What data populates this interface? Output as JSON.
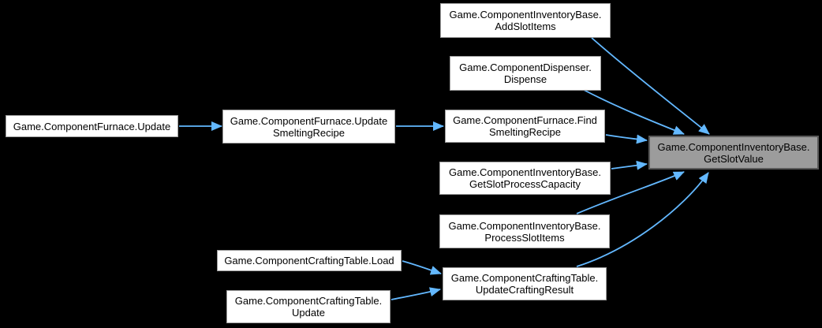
{
  "graph": {
    "type": "caller-graph",
    "colors": {
      "background": "#000000",
      "edge": "#63b8ff",
      "node_fill": "#ffffff",
      "node_border": "#9e9e9e",
      "highlighted_node_fill": "#9c9c9c",
      "highlighted_node_border": "#5a5a5a",
      "text": "#000000"
    },
    "nodes": {
      "furnace_update": {
        "label": "Game.ComponentFurnace.Update"
      },
      "furnace_update_smelting_recipe": {
        "label": "Game.ComponentFurnace.Update\nSmeltingRecipe"
      },
      "inventory_add_slot_items": {
        "label": "Game.ComponentInventoryBase.\nAddSlotItems"
      },
      "dispenser_dispense": {
        "label": "Game.ComponentDispenser.\nDispense"
      },
      "furnace_find_smelting_recipe": {
        "label": "Game.ComponentFurnace.Find\nSmeltingRecipe"
      },
      "inventory_get_slot_process_capacity": {
        "label": "Game.ComponentInventoryBase.\nGetSlotProcessCapacity"
      },
      "inventory_process_slot_items": {
        "label": "Game.ComponentInventoryBase.\nProcessSlotItems"
      },
      "crafting_table_update_crafting_result": {
        "label": "Game.ComponentCraftingTable.\nUpdateCraftingResult"
      },
      "crafting_table_load": {
        "label": "Game.ComponentCraftingTable.Load"
      },
      "crafting_table_update": {
        "label": "Game.ComponentCraftingTable.\nUpdate"
      },
      "inventory_get_slot_value": {
        "label": "Game.ComponentInventoryBase.\nGetSlotValue",
        "highlighted": true
      }
    },
    "edges": [
      {
        "from": "Game.ComponentFurnace.Update",
        "to": "Game.ComponentFurnace.UpdateSmeltingRecipe"
      },
      {
        "from": "Game.ComponentFurnace.UpdateSmeltingRecipe",
        "to": "Game.ComponentFurnace.FindSmeltingRecipe"
      },
      {
        "from": "Game.ComponentInventoryBase.AddSlotItems",
        "to": "Game.ComponentInventoryBase.GetSlotValue"
      },
      {
        "from": "Game.ComponentDispenser.Dispense",
        "to": "Game.ComponentInventoryBase.GetSlotValue"
      },
      {
        "from": "Game.ComponentFurnace.FindSmeltingRecipe",
        "to": "Game.ComponentInventoryBase.GetSlotValue"
      },
      {
        "from": "Game.ComponentInventoryBase.GetSlotProcessCapacity",
        "to": "Game.ComponentInventoryBase.GetSlotValue"
      },
      {
        "from": "Game.ComponentInventoryBase.ProcessSlotItems",
        "to": "Game.ComponentInventoryBase.GetSlotValue"
      },
      {
        "from": "Game.ComponentCraftingTable.UpdateCraftingResult",
        "to": "Game.ComponentInventoryBase.GetSlotValue"
      },
      {
        "from": "Game.ComponentCraftingTable.Load",
        "to": "Game.ComponentCraftingTable.UpdateCraftingResult"
      },
      {
        "from": "Game.ComponentCraftingTable.Update",
        "to": "Game.ComponentCraftingTable.UpdateCraftingResult"
      }
    ]
  }
}
